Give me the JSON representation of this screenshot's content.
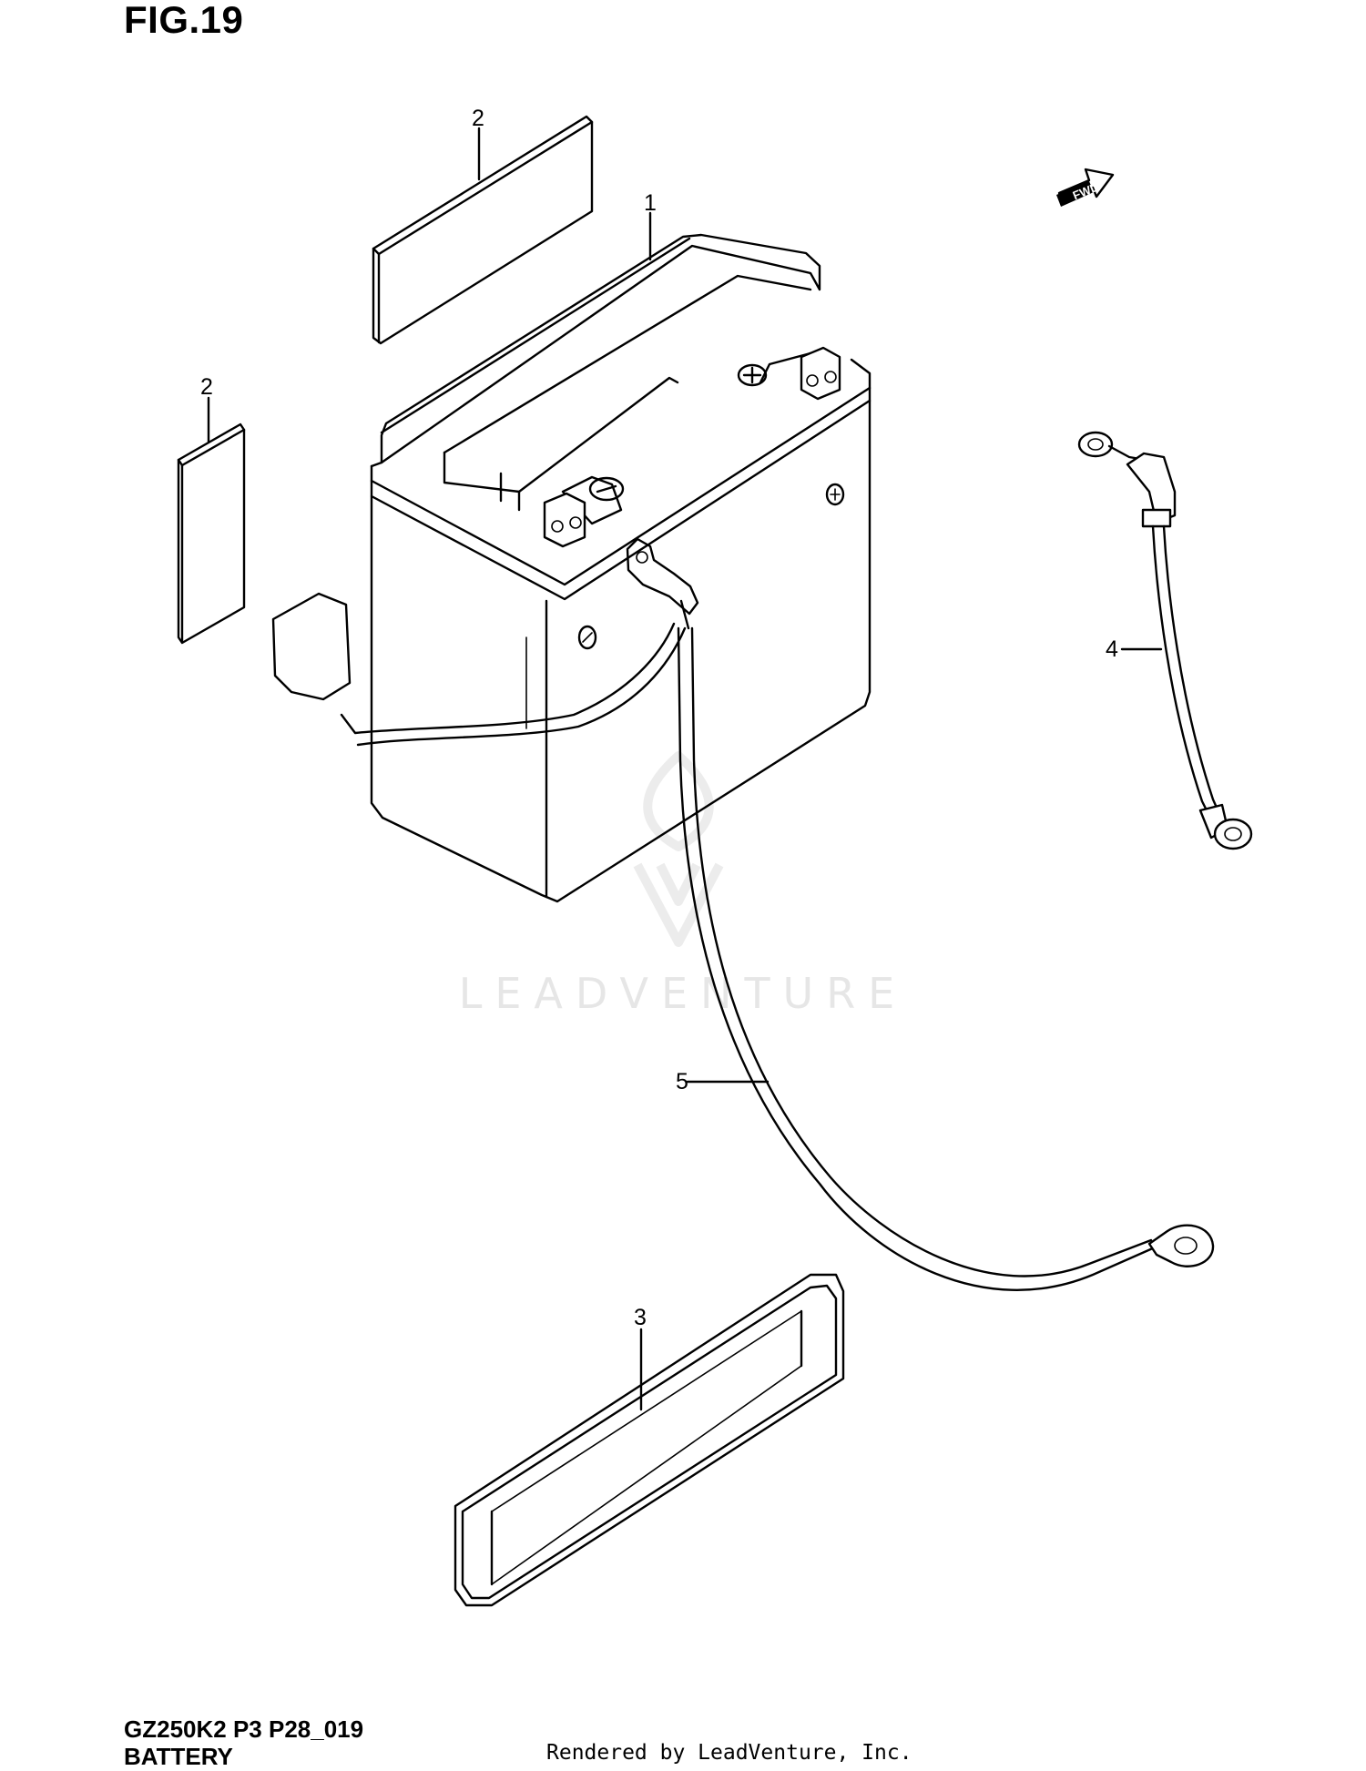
{
  "figure": {
    "title": "FIG.19"
  },
  "direction_badge": {
    "label": "FWD"
  },
  "callouts": {
    "battery": "1",
    "label_top": "2",
    "label_side": "2",
    "band": "3",
    "lead_short": "4",
    "lead_long": "5"
  },
  "watermark": {
    "text": "LEADVENTURE"
  },
  "footer": {
    "code": "GZ250K2 P3 P28_019",
    "section": "BATTERY",
    "rendered_by": "Rendered by LeadVenture, Inc."
  }
}
